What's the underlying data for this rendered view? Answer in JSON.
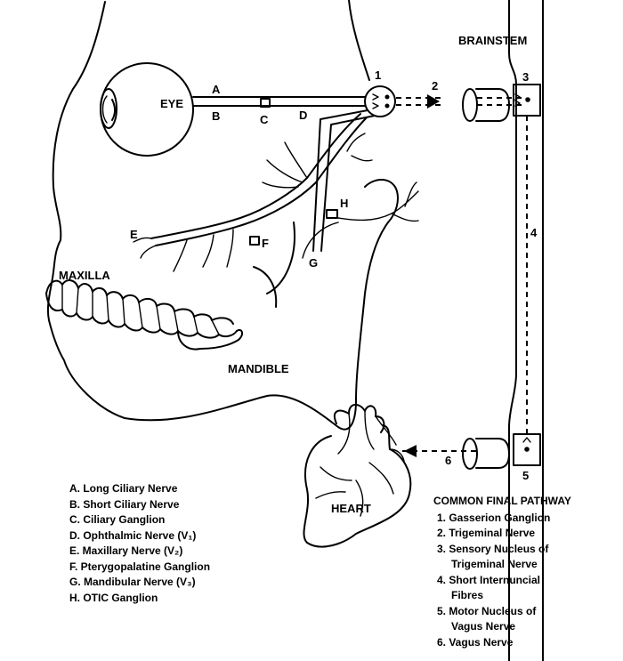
{
  "labels": {
    "brainstem": "BRAINSTEM",
    "eye": "EYE",
    "maxilla": "MAXILLA",
    "mandible": "MANDIBLE",
    "heart": "HEART",
    "A": "A",
    "B": "B",
    "C": "C",
    "D": "D",
    "E": "E",
    "F": "F",
    "G": "G",
    "H": "H",
    "n1": "1",
    "n2": "2",
    "n3": "3",
    "n4": "4",
    "n5": "5",
    "n6": "6"
  },
  "legend_nerves": [
    "A. Long Ciliary Nerve",
    "B. Short Ciliary Nerve",
    "C. Ciliary Ganglion",
    "D. Ophthalmic Nerve (V₁)",
    "E. Maxillary Nerve (V₂)",
    "F. Pterygopalatine Ganglion",
    "G. Mandibular Nerve (V₃)",
    "H. OTIC Ganglion"
  ],
  "legend_pathway": {
    "title": "COMMON FINAL PATHWAY",
    "items": [
      [
        "1. Gasserion Ganglion"
      ],
      [
        "2. Trigeminal Nerve"
      ],
      [
        "3. Sensory Nucleus of",
        "Trigeminal Nerve"
      ],
      [
        "4. Short Internuncial",
        "Fibres"
      ],
      [
        "5. Motor Nucleus of",
        "Vagus Nerve"
      ],
      [
        "6. Vagus Nerve"
      ]
    ]
  }
}
